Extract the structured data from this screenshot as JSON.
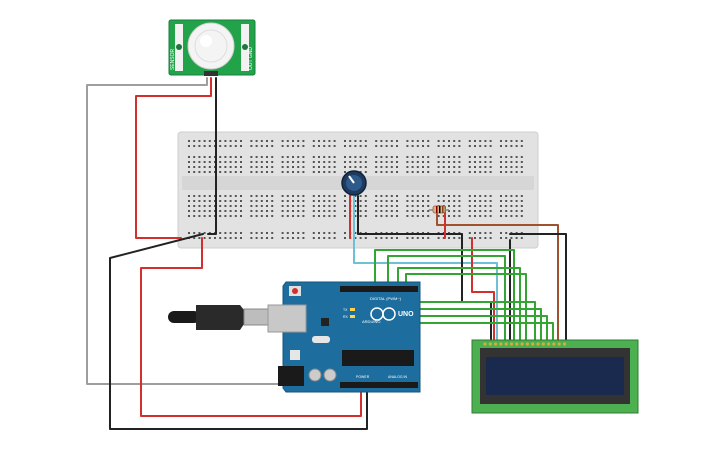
{
  "pir_sensor": {
    "left_text": "SENSOR",
    "right_text": "OUT GND"
  },
  "arduino": {
    "logo": "UNO",
    "brand": "ARDUINO",
    "digital_label": "DIGITAL (PWM~)",
    "power_label": "POWER",
    "analog_label": "ANALOG IN",
    "tx_label": "TX",
    "rx_label": "RX"
  },
  "lcd": {
    "display_text": ""
  },
  "colors": {
    "breadboard": "#e0e0e0",
    "arduino_board": "#1d6e9e",
    "pir_board": "#22a34a",
    "lcd_board": "#4caf50",
    "lcd_screen": "#1a2a4f",
    "wire_red": "#d32f2f",
    "wire_black": "#222222",
    "wire_green": "#33a532",
    "wire_grey": "#9e9e9e",
    "wire_cyan": "#6ec0d4",
    "wire_brown": "#a0522d"
  }
}
